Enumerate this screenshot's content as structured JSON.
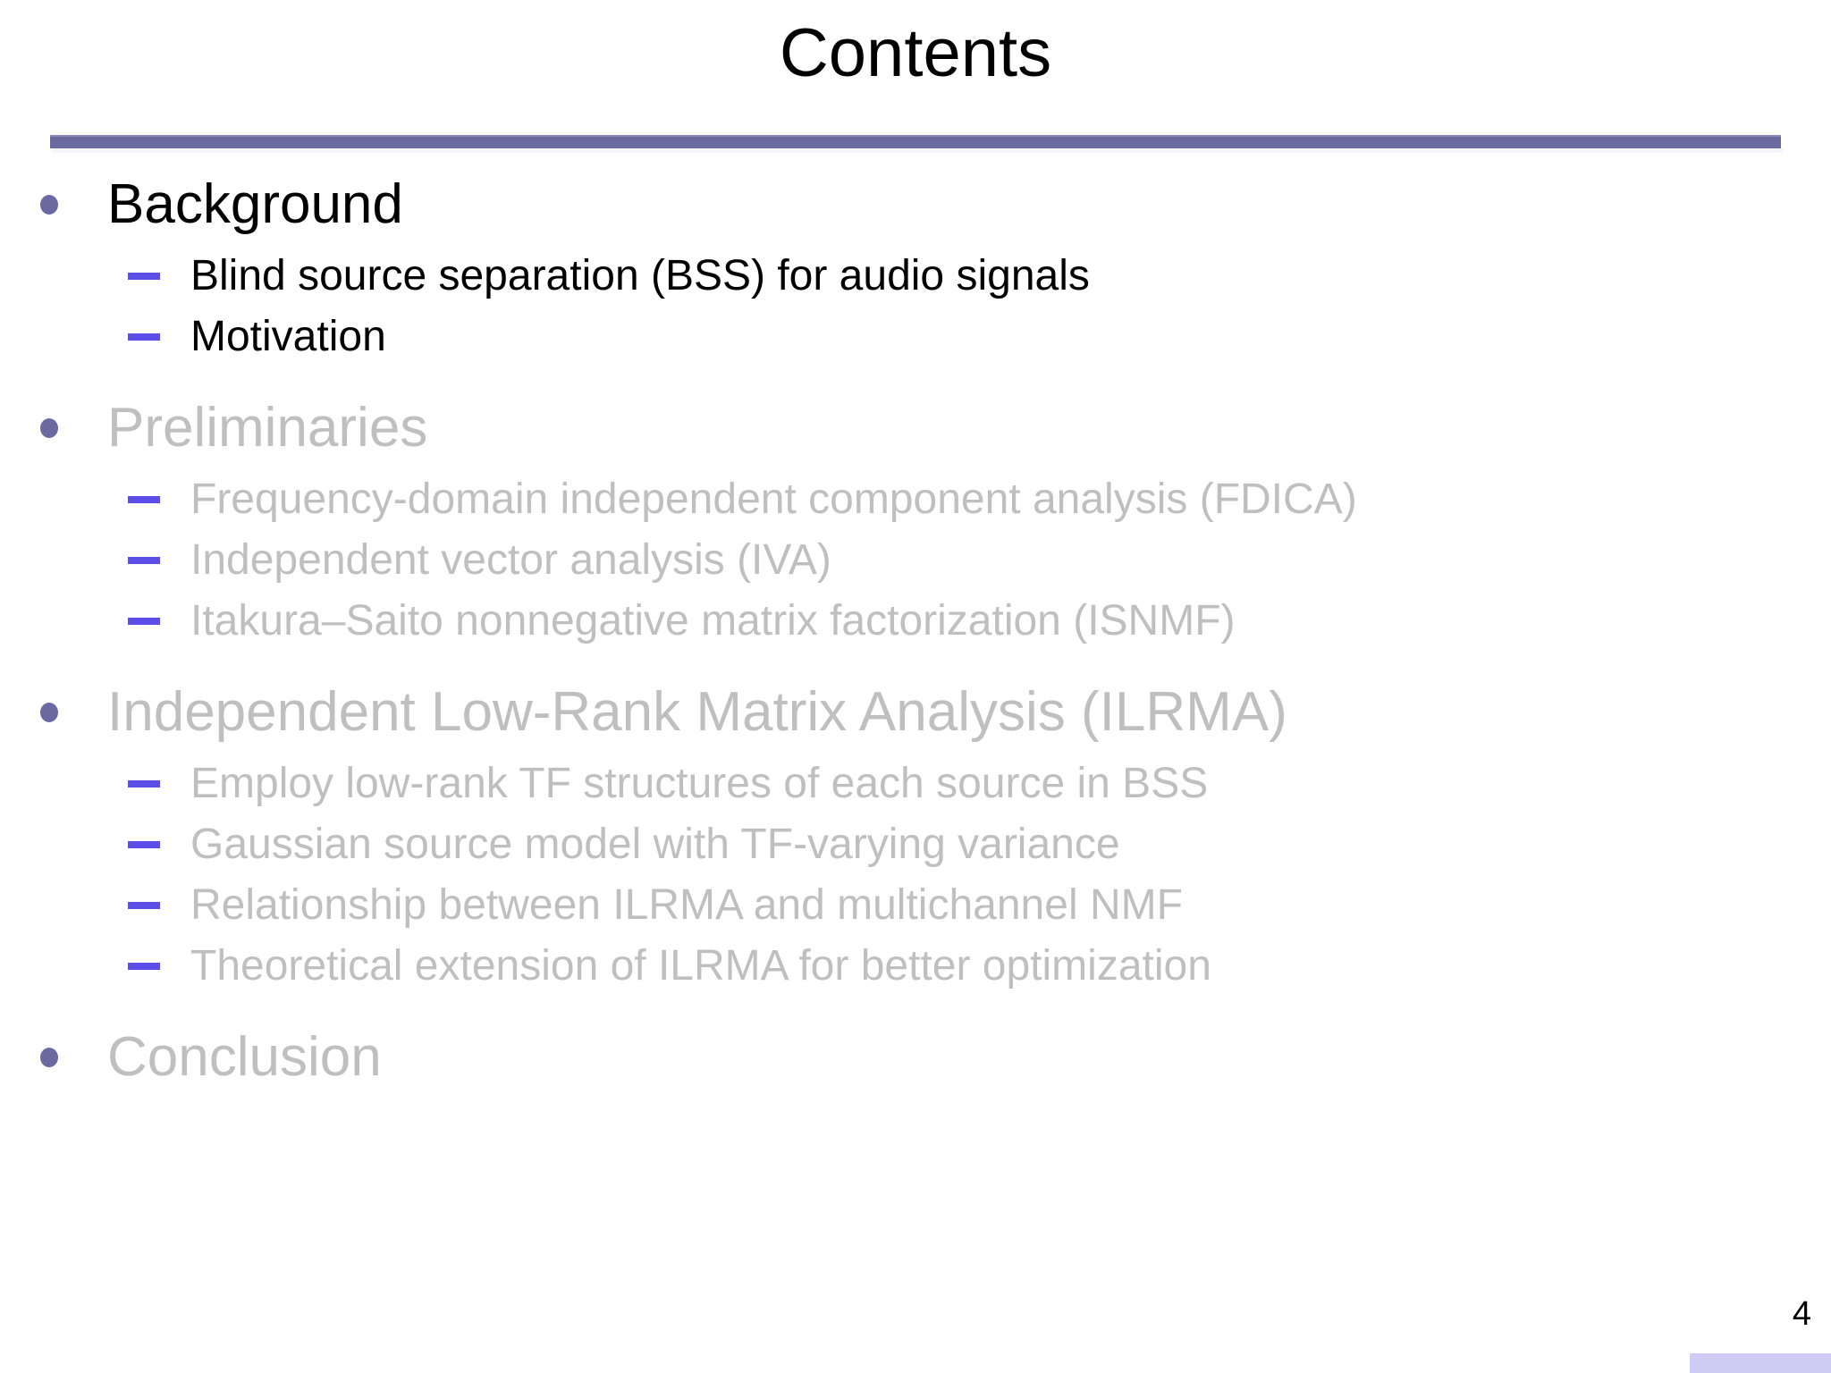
{
  "slide": {
    "title": "Contents",
    "page_number": "4",
    "accent_rule_color": "#6B6AA0",
    "bullet_dot_color": "#6B6AA0",
    "sub_dash_color": "#5B4FE8",
    "active_text_color": "#000000",
    "dimmed_text_color": "#BFBFBF",
    "footer_bar_color": "#CFCBF5"
  },
  "outline": [
    {
      "label": "Background",
      "state": "active",
      "children": [
        {
          "label": "Blind source separation (BSS) for audio signals",
          "state": "active"
        },
        {
          "label": "Motivation",
          "state": "active"
        }
      ]
    },
    {
      "label": "Preliminaries",
      "state": "dimmed",
      "children": [
        {
          "label": "Frequency-domain independent component analysis (FDICA)",
          "state": "dimmed"
        },
        {
          "label": "Independent vector analysis (IVA)",
          "state": "dimmed"
        },
        {
          "label": "Itakura–Saito nonnegative matrix factorization (ISNMF)",
          "state": "dimmed"
        }
      ]
    },
    {
      "label": "Independent Low-Rank Matrix Analysis (ILRMA)",
      "state": "dimmed",
      "children": [
        {
          "label": "Employ low-rank TF structures of each source in BSS",
          "state": "dimmed"
        },
        {
          "label": "Gaussian source model with TF-varying variance",
          "state": "dimmed"
        },
        {
          "label": "Relationship between ILRMA and multichannel NMF",
          "state": "dimmed"
        },
        {
          "label": "Theoretical extension of ILRMA for better optimization",
          "state": "dimmed"
        }
      ]
    },
    {
      "label": "Conclusion",
      "state": "dimmed",
      "children": []
    }
  ]
}
